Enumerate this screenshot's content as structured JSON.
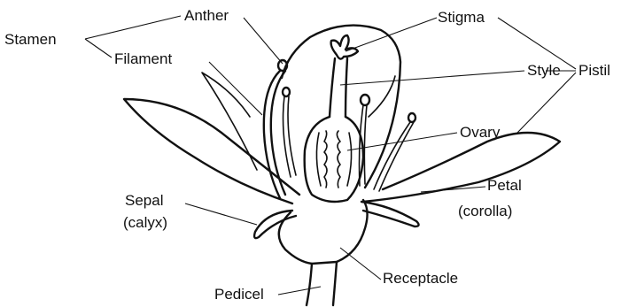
{
  "diagram": {
    "labels": {
      "stamen": "Stamen",
      "anther": "Anther",
      "filament": "Filament",
      "stigma": "Stigma",
      "style": "Style",
      "pistil": "Pistil",
      "ovary": "Ovary",
      "sepal_line1": "Sepal",
      "sepal_line2": "(calyx)",
      "petal_line1": "Petal",
      "petal_line2": "(corolla)",
      "receptacle": "Receptacle",
      "pedicel": "Pedicel"
    },
    "colors": {
      "ink": "#111111",
      "background": "#ffffff"
    }
  }
}
